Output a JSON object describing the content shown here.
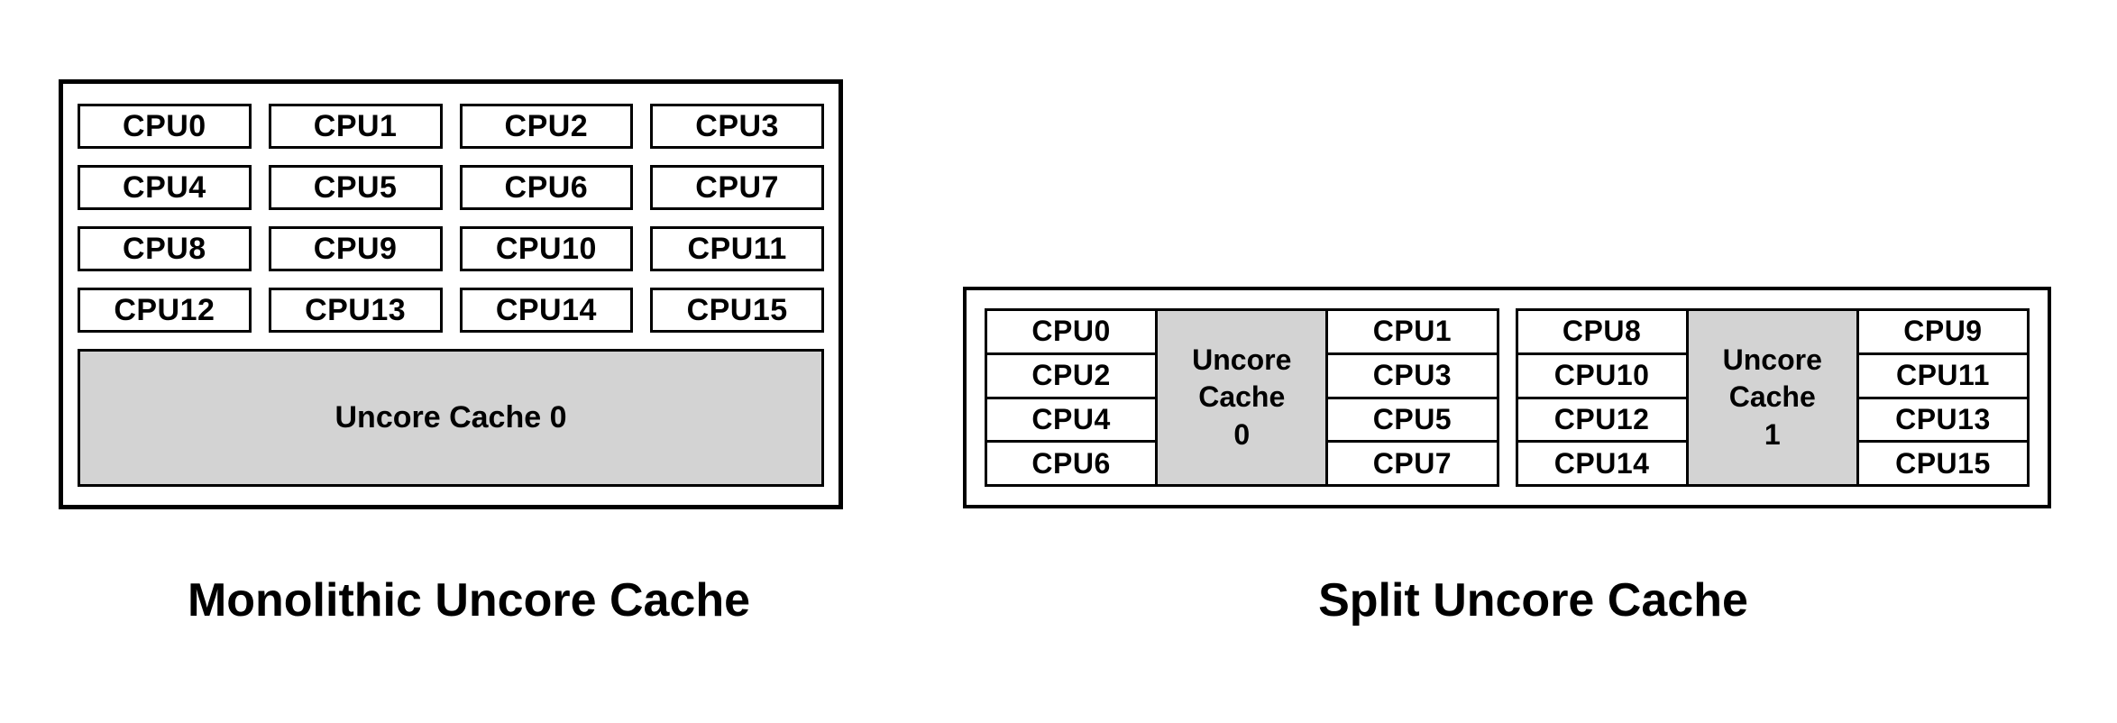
{
  "monolithic": {
    "caption": "Monolithic Uncore Cache",
    "cache_label": "Uncore Cache 0",
    "cpus": [
      "CPU0",
      "CPU1",
      "CPU2",
      "CPU3",
      "CPU4",
      "CPU5",
      "CPU6",
      "CPU7",
      "CPU8",
      "CPU9",
      "CPU10",
      "CPU11",
      "CPU12",
      "CPU13",
      "CPU14",
      "CPU15"
    ]
  },
  "split": {
    "caption": "Split Uncore Cache",
    "groups": [
      {
        "left_cpus": [
          "CPU0",
          "CPU2",
          "CPU4",
          "CPU6"
        ],
        "cache_label": "Uncore Cache 0",
        "right_cpus": [
          "CPU1",
          "CPU3",
          "CPU5",
          "CPU7"
        ]
      },
      {
        "left_cpus": [
          "CPU8",
          "CPU10",
          "CPU12",
          "CPU14"
        ],
        "cache_label": "Uncore Cache 1",
        "right_cpus": [
          "CPU9",
          "CPU11",
          "CPU13",
          "CPU15"
        ]
      }
    ]
  },
  "colors": {
    "background": "#ffffff",
    "border": "#000000",
    "text": "#000000",
    "cache_fill": "#d3d3d3"
  }
}
